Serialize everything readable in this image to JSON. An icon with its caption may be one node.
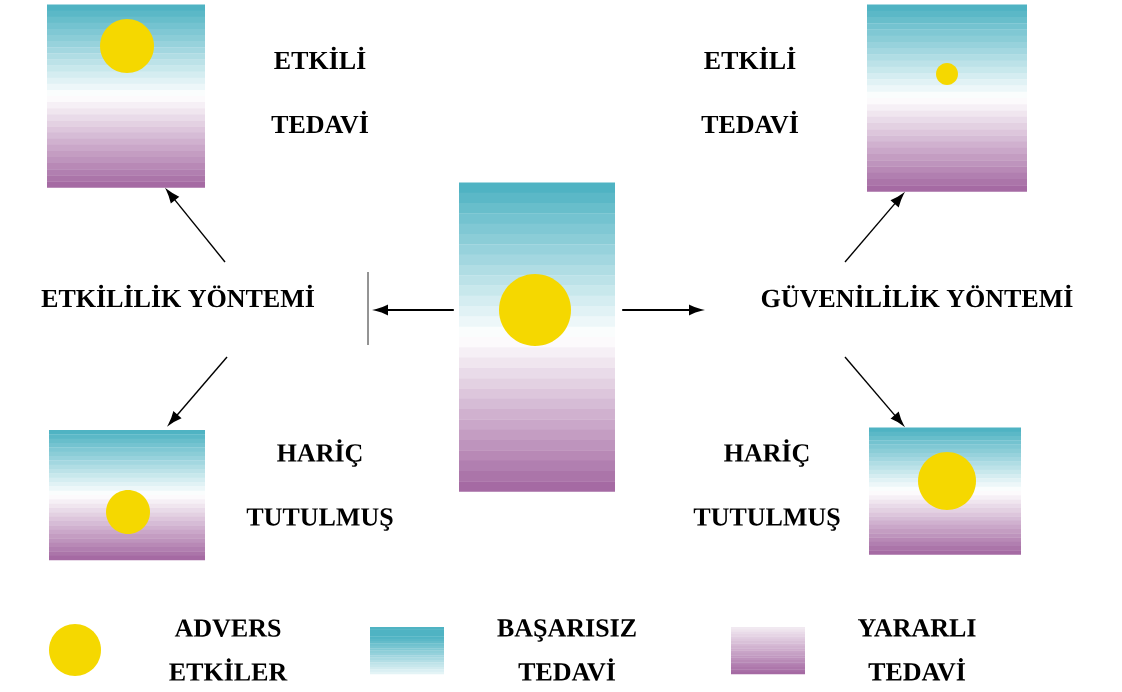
{
  "diagram": {
    "nodes": [
      {
        "text": [],
        "shape": "picture"
      },
      {
        "text": [
          "ETKİLİLİK YÖNTEMİ"
        ]
      },
      {
        "text": [
          "GÜVENİLİLİK YÖNTEMİ"
        ]
      },
      {
        "text": [],
        "shape": "picture"
      },
      {
        "text": [],
        "shape": "picture"
      },
      {
        "text": [],
        "shape": "picture"
      },
      {
        "text": [],
        "shape": "picture"
      }
    ],
    "labels": [
      "ETKİLİ TEDAVİ",
      "ETKİLİ TEDAVİ",
      "HARİÇ TUTULMUŞ",
      "HARİÇ TUTULMUŞ"
    ],
    "edges": [
      {
        "from": 0,
        "to": 1,
        "arrow": "to"
      },
      {
        "from": 0,
        "to": 2,
        "arrow": "to"
      },
      {
        "from": 1,
        "to": 3,
        "arrow": "to"
      },
      {
        "from": 1,
        "to": 4,
        "arrow": "to"
      },
      {
        "from": 2,
        "to": 5,
        "arrow": "to"
      },
      {
        "from": 2,
        "to": 6,
        "arrow": "to"
      }
    ],
    "legend": [
      {
        "text": "ADVERS ETKİLER",
        "color": "#f5d800"
      },
      {
        "text": "BAŞARISIZ TEDAVİ",
        "color": "#4fb3c3"
      },
      {
        "text": "YARARLI TEDAVİ",
        "color": "#a56aa3"
      }
    ]
  }
}
